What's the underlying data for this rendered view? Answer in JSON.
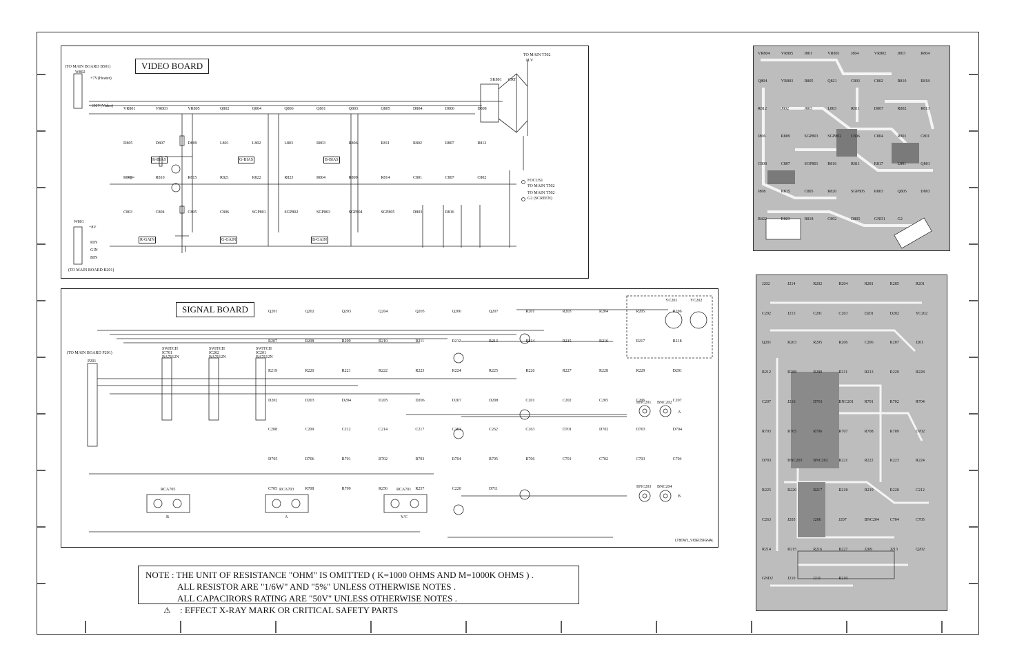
{
  "video_board": {
    "title": "VIDEO BOARD",
    "from_b501": "(TO MAIN BOARD B501)",
    "from_b201": "(TO MAIN BOARD B201)",
    "to_t502_hv": "TO MAIN T502",
    "hv": "H.V",
    "crt": "CRT",
    "sk801": "SK801",
    "w802": "W802",
    "w801": "W801",
    "heater": "+7V(Heater)",
    "video190": "+190V(Video)",
    "plus8v": "+8V",
    "rin": "RIN",
    "gin": "GIN",
    "bin": "BIN",
    "focus": "FOCUS1",
    "to_t502_b": "TO MAIN T502",
    "to_t502_c": "TO MAIN T502",
    "g2": "G2 (SCREEN)",
    "r_bias": "R-BIAS",
    "g_bias": "G-BIAS",
    "b_bias": "B-BIAS",
    "r_gain": "R-GAIN",
    "g_gain": "G-GAIN",
    "b_gain": "B-GAIN",
    "parts": [
      "VR801",
      "VR803",
      "VR805",
      "Q802",
      "Q804",
      "Q806",
      "Q801",
      "Q803",
      "Q805",
      "D804",
      "D806",
      "D808",
      "D805",
      "D807",
      "D809",
      "L801",
      "L802",
      "L803",
      "R803",
      "R806",
      "R811",
      "R802",
      "R807",
      "R812",
      "R805",
      "R810",
      "R815",
      "R821",
      "R822",
      "R823",
      "R804",
      "R809",
      "R814",
      "C801",
      "C807",
      "C802",
      "C803",
      "C804",
      "C805",
      "C806",
      "SGP801",
      "SGP802",
      "SGP803",
      "SGP804",
      "SGP805",
      "D803",
      "R816"
    ]
  },
  "signal_board": {
    "title": "SIGNAL BOARD",
    "from_p201": "(TO MAIN BOARD P201)",
    "p201": "P201",
    "switch": "SWITCH",
    "ic701": "IC701",
    "ic202": "IC202",
    "ic201": "IC201",
    "chip": "BA7612N",
    "rca705": "RCA705",
    "rca703": "RCA703",
    "rca701": "RCA701",
    "yc201": "YC201",
    "yc202": "YC202",
    "bnc201": "BNC201",
    "bnc202": "BNC202",
    "bnc203": "BNC203",
    "bnc204": "BNC204",
    "lbl_b": "B",
    "lbl_a": "A",
    "lbl_yc": "Y/C",
    "lbl_a2": "A",
    "lbl_b2": "B",
    "parts": [
      "Q201",
      "Q202",
      "Q203",
      "Q204",
      "Q205",
      "Q206",
      "Q207",
      "R201",
      "R203",
      "R204",
      "R205",
      "R206",
      "R207",
      "R208",
      "R209",
      "R210",
      "R211",
      "R212",
      "R213",
      "R214",
      "R215",
      "R216",
      "R217",
      "R218",
      "R219",
      "R220",
      "R221",
      "R222",
      "R223",
      "R224",
      "R225",
      "R226",
      "R227",
      "R228",
      "R229",
      "D201",
      "D202",
      "D203",
      "D204",
      "D205",
      "D206",
      "D207",
      "D208",
      "C201",
      "C202",
      "C205",
      "C206",
      "C207",
      "C208",
      "C209",
      "C212",
      "C214",
      "C217",
      "C261",
      "C262",
      "C263",
      "D701",
      "D702",
      "D703",
      "D704",
      "D705",
      "D706",
      "R701",
      "R702",
      "R703",
      "R704",
      "R705",
      "R706",
      "C701",
      "C702",
      "C703",
      "C704",
      "C705",
      "R708",
      "R709",
      "R256",
      "R257",
      "C220",
      "D711"
    ],
    "credit": "LT8DW1_VIDEOSIGNAL"
  },
  "note": {
    "line1": "NOTE : THE UNIT OF RESISTANCE \"OHM\" IS OMITTED ( K=1000 OHMS AND M=1000K OHMS ) .",
    "line2": "ALL RESISTOR ARE \"1/6W\" AND \"5%\" UNLESS OTHERWISE NOTES .",
    "line3": "ALL CAPACIRORS RATING ARE \"50V\" UNLESS OTHERWISE NOTES .",
    "line4": ": EFFECT X-RAY MARK OR CRITICAL SAFETY PARTS"
  },
  "pcb_top_labels": [
    "VR804",
    "VR805",
    "J801",
    "VR801",
    "J804",
    "VR802",
    "J803",
    "R804",
    "Q804",
    "VR803",
    "R805",
    "Q821",
    "C803",
    "C802",
    "R810",
    "R818",
    "R812",
    "J802",
    "J803",
    "L803",
    "R811",
    "D807",
    "R802",
    "R813",
    "J806",
    "R809",
    "SGP803",
    "SGP802",
    "C806",
    "C804",
    "R801",
    "C801",
    "C808",
    "C807",
    "SGP801",
    "R816",
    "R811",
    "R817",
    "L801",
    "Q801",
    "J808",
    "R815",
    "C805",
    "R820",
    "SGP805",
    "R803",
    "Q805",
    "D803",
    "R822",
    "R823",
    "R818",
    "C802",
    "D805",
    "GND1",
    "G2"
  ],
  "pcb_bottom_labels": [
    "J202",
    "J214",
    "R202",
    "R204",
    "R281",
    "R285",
    "R201",
    "C202",
    "J215",
    "C201",
    "C203",
    "D201",
    "D202",
    "YC202",
    "Q201",
    "R203",
    "R205",
    "R206",
    "C206",
    "R207",
    "J201",
    "R212",
    "R288",
    "R289",
    "R211",
    "R213",
    "R229",
    "R228",
    "C207",
    "J216",
    "D701",
    "BNC201",
    "R701",
    "R702",
    "R704",
    "R703",
    "R705",
    "R706",
    "R707",
    "R708",
    "R709",
    "D702",
    "D703",
    "BNC203",
    "BNC202",
    "R221",
    "R222",
    "R223",
    "R224",
    "R225",
    "R226",
    "R217",
    "R218",
    "R219",
    "R220",
    "C212",
    "C263",
    "J205",
    "J206",
    "J207",
    "BNC204",
    "C704",
    "C705",
    "R214",
    "R215",
    "R216",
    "R227",
    "J209",
    "J213",
    "Q202",
    "GND2",
    "J210",
    "J211",
    "R210"
  ]
}
